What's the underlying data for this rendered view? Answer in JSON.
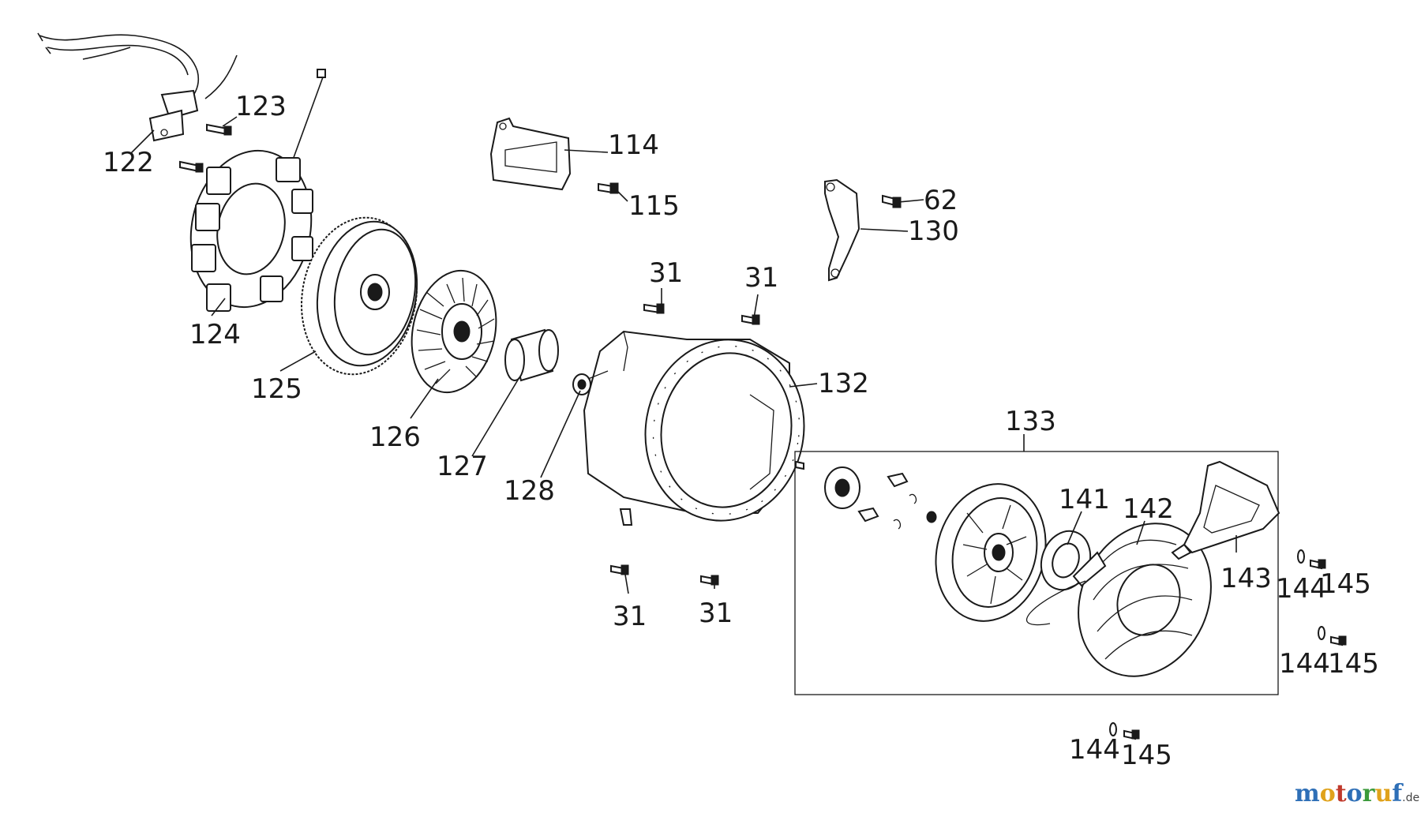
{
  "labels": {
    "p122": "122",
    "p123": "123",
    "p124": "124",
    "p125": "125",
    "p126": "126",
    "p127": "127",
    "p128": "128",
    "p114": "114",
    "p115": "115",
    "p62": "62",
    "p130": "130",
    "p31a": "31",
    "p31b": "31",
    "p31c": "31",
    "p31d": "31",
    "p132": "132",
    "p133": "133",
    "p141": "141",
    "p142": "142",
    "p143": "143",
    "p144a": "144",
    "p145a": "145",
    "p144b": "144",
    "p145b": "145",
    "p144c": "144",
    "p145c": "145"
  },
  "watermark": {
    "letters": [
      "m",
      "o",
      "t",
      "o",
      "r",
      "u",
      "f"
    ],
    "suffix": ".de",
    "colors": [
      "#2e6fb7",
      "#e0a21b",
      "#c0392b",
      "#2e6fb7",
      "#3a9a3a",
      "#e0a21b",
      "#2e6fb7"
    ]
  }
}
